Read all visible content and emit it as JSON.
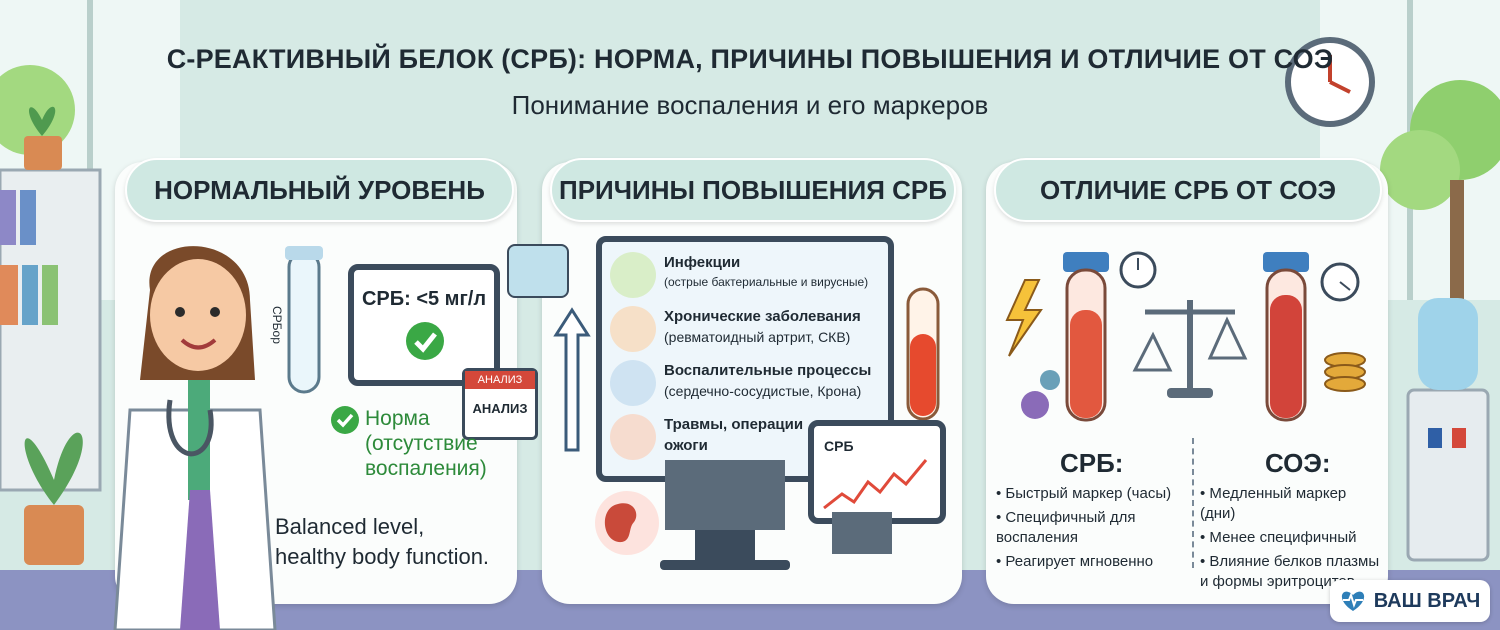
{
  "header": {
    "title": "С-РЕАКТИВНЫЙ БЕЛОК (СРБ): НОРМА, ПРИЧИНЫ ПОВЫШЕНИЯ И ОТЛИЧИЕ ОТ СОЭ",
    "subtitle": "Понимание воспаления и его маркеров"
  },
  "panel1": {
    "heading": "НОРМАЛЬНЫЙ УРОВЕНЬ",
    "tube_label": "СРБор",
    "screen_value": "СРБ: <5 мг/л",
    "calendar_top": "АНАЛИЗ",
    "calendar_body": "АНАЛИЗ",
    "norm_text": [
      "Норма",
      "(отсутствие",
      "воспаления)"
    ],
    "caption": [
      "Balanced level,",
      "healthy body function."
    ]
  },
  "panel2": {
    "heading": "ПРИЧИНЫ ПОВЫШЕНИЯ СРБ",
    "causes": [
      {
        "title": "Инфекции",
        "sub": "(острые бактериальные и вирусные)",
        "icon": "virus-icon"
      },
      {
        "title": "Хронические заболевания",
        "sub": "(ревматоидный артрит, СКВ)",
        "icon": "joint-icon"
      },
      {
        "title": "Воспалительные процессы",
        "sub": "(сердечно-сосудистые, Крона)",
        "icon": "heart-icon"
      },
      {
        "title": "Травмы, операции",
        "sub": "ожоги",
        "icon": "thermometer-icon"
      }
    ],
    "chart_label": "СРБ"
  },
  "panel3": {
    "heading": "ОТЛИЧИЕ СРБ ОТ СОЭ",
    "left_title": "СРБ:",
    "left_items": [
      "Быстрый маркер (часы)",
      "Специфичный для воспаления",
      "Реагирует мгновенно"
    ],
    "right_title": "СОЭ:",
    "right_items": [
      "Медленный маркер (дни)",
      "Менее специфичный",
      "Влияние белков плазмы и формы эритроцитов"
    ]
  },
  "brand": {
    "label": "ВАШ ВРАЧ"
  },
  "colors": {
    "accent_green": "#3aa845",
    "header_pill": "#cfe8e2",
    "red": "#e04a3a",
    "navy": "#1e3a5c"
  }
}
